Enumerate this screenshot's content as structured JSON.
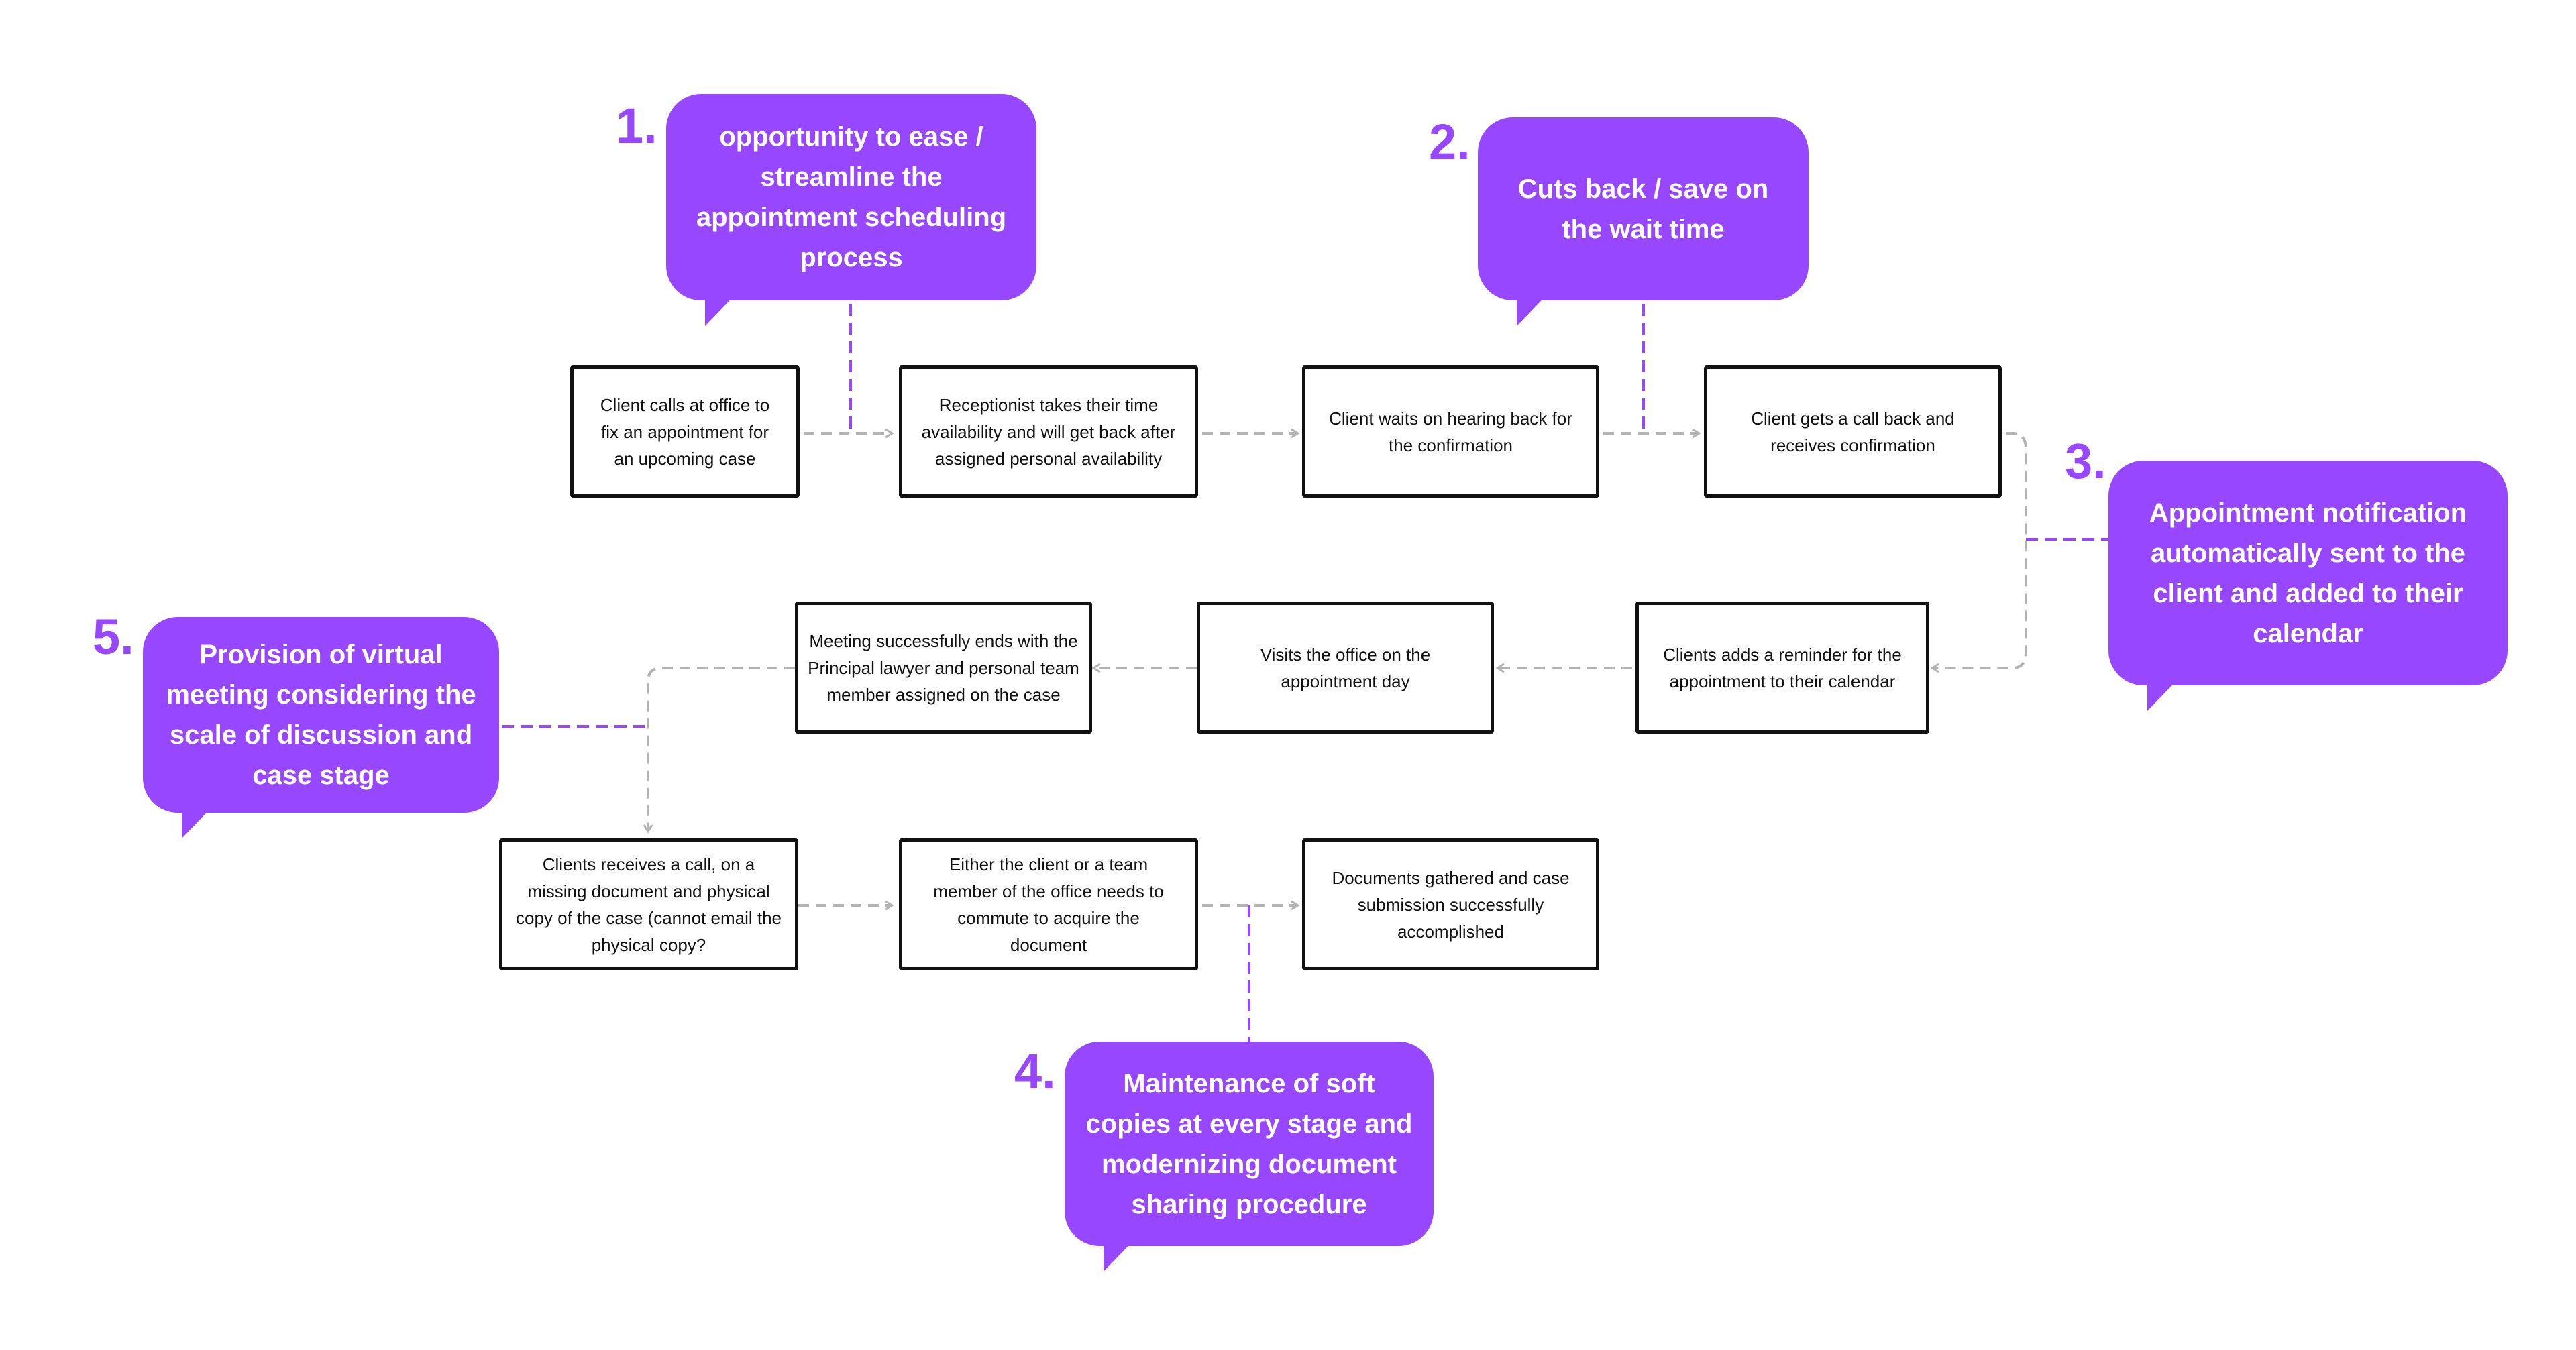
{
  "colors": {
    "accent": "#9747ff",
    "box_border": "#111111",
    "arrow": "#b3b3b3"
  },
  "steps": {
    "s1": "Client calls at office to fix an appointment for an upcoming case",
    "s2": "Receptionist takes their time availability and will get back after assigned personal availability",
    "s3": "Client waits on hearing back for the confirmation",
    "s4": "Client gets a call back and receives confirmation",
    "s5": "Clients adds a reminder for the appointment to their calendar",
    "s6": "Visits the office on the appointment day",
    "s7": "Meeting successfully ends with the Principal lawyer and personal team member assigned on the case",
    "s8": "Clients receives a call, on a missing document and physical copy of the case (cannot email the physical copy?",
    "s9": "Either the client or a team member of the office needs to commute to acquire the document",
    "s10": "Documents gathered and case submission successfully accomplished"
  },
  "opportunities": [
    {
      "number": "1.",
      "text": "opportunity to ease / streamline the appointment scheduling process"
    },
    {
      "number": "2.",
      "text": "Cuts back / save on the wait time"
    },
    {
      "number": "3.",
      "text": "Appointment notification automatically sent to the client and added to their calendar"
    },
    {
      "number": "4.",
      "text": "Maintenance of soft copies at every stage and modernizing document sharing procedure"
    },
    {
      "number": "5.",
      "text": "Provision of virtual meeting considering the scale of discussion and case stage"
    }
  ]
}
